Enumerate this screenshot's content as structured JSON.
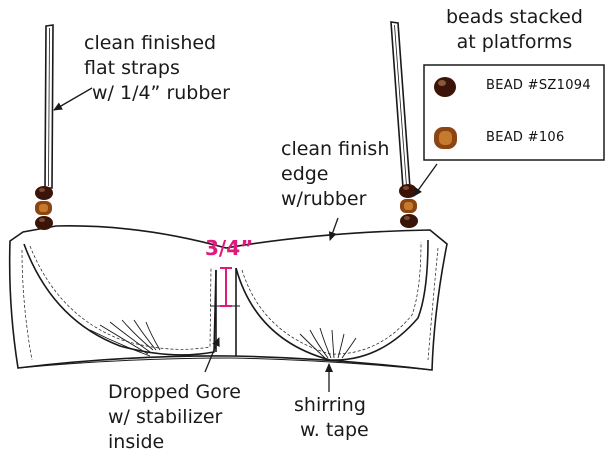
{
  "colors": {
    "line": "#1a1a1a",
    "dimension": "#e0197d",
    "bead_dark": "#3a1408",
    "bead_amber": "#8b4513"
  },
  "legend": {
    "title_lines": [
      "beads stacked",
      "at platforms"
    ],
    "beads": [
      {
        "label": "BEAD #SZ1094",
        "icon": "dark-round-bead"
      },
      {
        "label": "BEAD #106",
        "icon": "amber-barrel-bead"
      }
    ]
  },
  "callouts": {
    "straps": [
      "clean finished",
      "flat straps",
      "w/ 1/4” rubber"
    ],
    "edge": [
      "clean finish",
      "edge",
      "w/rubber"
    ],
    "gore": [
      "Dropped Gore",
      "w/ stabilizer",
      "inside"
    ],
    "shirring": [
      "shirring",
      "w. tape"
    ]
  },
  "dimension": {
    "label": "3/4”"
  }
}
